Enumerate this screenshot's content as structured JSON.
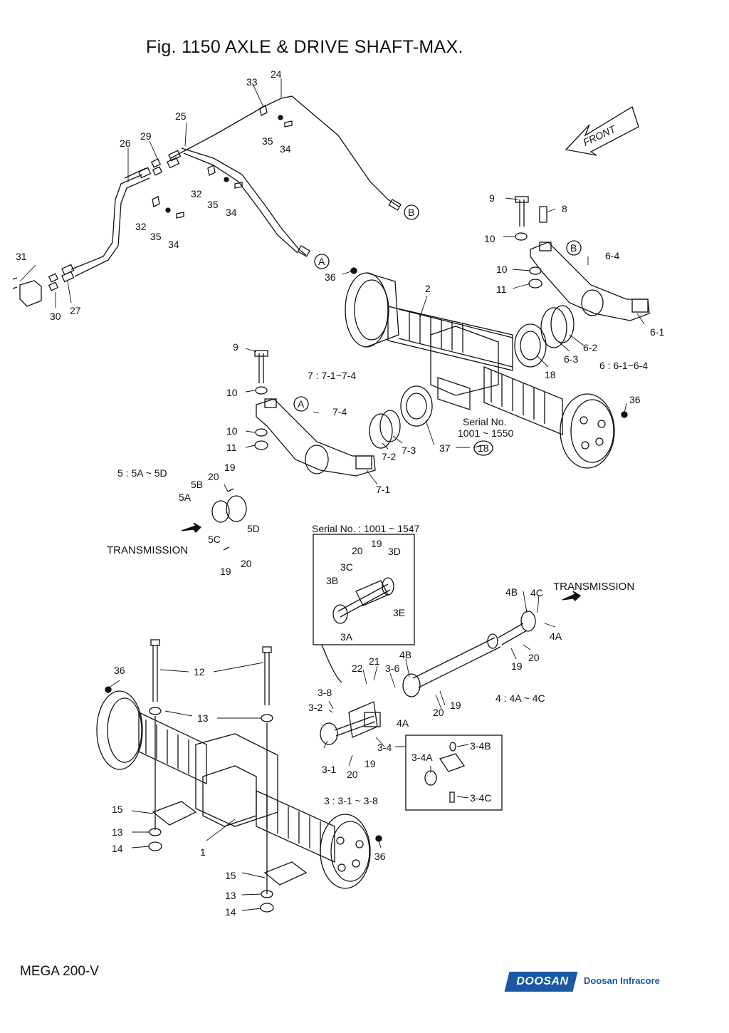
{
  "title": "Fig. 1150 AXLE & DRIVE SHAFT-MAX.",
  "model": "MEGA 200-V",
  "logo": {
    "brand": "DOOSAN",
    "company": "Doosan Infracore",
    "color": "#1b57a6"
  },
  "front_label": "FRONT",
  "notes": {
    "n7": "7 : 7-1~7-4",
    "n6": "6 : 6-1~6-4",
    "n5": "5 : 5A ~ 5D",
    "n4": "4 : 4A ~ 4C",
    "n3": "3 : 3-1 ~ 3-8",
    "serial1": "Serial No.",
    "serial1_range": "1001 ~ 1550",
    "serial2": "Serial No. : 1001 ~ 1547",
    "transmission_left": "TRANSMISSION",
    "transmission_right": "TRANSMISSION"
  },
  "callouts": {
    "A": "A",
    "B": "B",
    "c18": "18"
  },
  "labels": [
    {
      "id": "l24",
      "text": "24"
    },
    {
      "id": "l33",
      "text": "33"
    },
    {
      "id": "l25",
      "text": "25"
    },
    {
      "id": "l26",
      "text": "26"
    },
    {
      "id": "l29",
      "text": "29"
    },
    {
      "id": "l35a",
      "text": "35"
    },
    {
      "id": "l34a",
      "text": "34"
    },
    {
      "id": "l32a",
      "text": "32"
    },
    {
      "id": "l35b",
      "text": "35"
    },
    {
      "id": "l34b",
      "text": "34"
    },
    {
      "id": "l32b",
      "text": "32"
    },
    {
      "id": "l35c",
      "text": "35"
    },
    {
      "id": "l34c",
      "text": "34"
    },
    {
      "id": "l31",
      "text": "31"
    },
    {
      "id": "l30",
      "text": "30"
    },
    {
      "id": "l27",
      "text": "27"
    },
    {
      "id": "l36a",
      "text": "36"
    },
    {
      "id": "l2",
      "text": "2"
    },
    {
      "id": "l9a",
      "text": "9"
    },
    {
      "id": "l8",
      "text": "8"
    },
    {
      "id": "l10a",
      "text": "10"
    },
    {
      "id": "l64",
      "text": "6-4"
    },
    {
      "id": "l10b",
      "text": "10"
    },
    {
      "id": "l11a",
      "text": "11"
    },
    {
      "id": "l61",
      "text": "6-1"
    },
    {
      "id": "l62",
      "text": "6-2"
    },
    {
      "id": "l63",
      "text": "6-3"
    },
    {
      "id": "l18",
      "text": "18"
    },
    {
      "id": "l9b",
      "text": "9"
    },
    {
      "id": "l10c",
      "text": "10"
    },
    {
      "id": "l74",
      "text": "7-4"
    },
    {
      "id": "l10d",
      "text": "10"
    },
    {
      "id": "l11b",
      "text": "11"
    },
    {
      "id": "l72",
      "text": "7-2"
    },
    {
      "id": "l73",
      "text": "7-3"
    },
    {
      "id": "l71",
      "text": "7-1"
    },
    {
      "id": "l37",
      "text": "37"
    },
    {
      "id": "l36b",
      "text": "36"
    },
    {
      "id": "l19a",
      "text": "19"
    },
    {
      "id": "l20a",
      "text": "20"
    },
    {
      "id": "l5B",
      "text": "5B"
    },
    {
      "id": "l5A",
      "text": "5A"
    },
    {
      "id": "l5C",
      "text": "5C"
    },
    {
      "id": "l5D",
      "text": "5D"
    },
    {
      "id": "l19b",
      "text": "19"
    },
    {
      "id": "l20b",
      "text": "20"
    },
    {
      "id": "l20c",
      "text": "20"
    },
    {
      "id": "l19c",
      "text": "19"
    },
    {
      "id": "l3D",
      "text": "3D"
    },
    {
      "id": "l3C",
      "text": "3C"
    },
    {
      "id": "l3B",
      "text": "3B"
    },
    {
      "id": "l3E",
      "text": "3E"
    },
    {
      "id": "l3A",
      "text": "3A"
    },
    {
      "id": "l4B",
      "text": "4B"
    },
    {
      "id": "l4C",
      "text": "4C"
    },
    {
      "id": "l4A",
      "text": "4A"
    },
    {
      "id": "l20d",
      "text": "20"
    },
    {
      "id": "l19d",
      "text": "19"
    },
    {
      "id": "l36c",
      "text": "36"
    },
    {
      "id": "l12",
      "text": "12"
    },
    {
      "id": "l13a",
      "text": "13"
    },
    {
      "id": "l21",
      "text": "21"
    },
    {
      "id": "l22",
      "text": "22"
    },
    {
      "id": "l36s",
      "text": "3-6"
    },
    {
      "id": "l4Bb",
      "text": "4B"
    },
    {
      "id": "l38",
      "text": "3-8"
    },
    {
      "id": "l32s",
      "text": "3-2"
    },
    {
      "id": "l4Ab",
      "text": "4A"
    },
    {
      "id": "l20e",
      "text": "20"
    },
    {
      "id": "l19e",
      "text": "19"
    },
    {
      "id": "l34s",
      "text": "3-4"
    },
    {
      "id": "l34B",
      "text": "3-4B"
    },
    {
      "id": "l34A",
      "text": "3-4A"
    },
    {
      "id": "l34C",
      "text": "3-4C"
    },
    {
      "id": "l31s",
      "text": "3-1"
    },
    {
      "id": "l20f",
      "text": "20"
    },
    {
      "id": "l19f",
      "text": "19"
    },
    {
      "id": "l15a",
      "text": "15"
    },
    {
      "id": "l13b",
      "text": "13"
    },
    {
      "id": "l14a",
      "text": "14"
    },
    {
      "id": "l1",
      "text": "1"
    },
    {
      "id": "l36d",
      "text": "36"
    },
    {
      "id": "l15b",
      "text": "15"
    },
    {
      "id": "l13c",
      "text": "13"
    },
    {
      "id": "l14b",
      "text": "14"
    }
  ]
}
